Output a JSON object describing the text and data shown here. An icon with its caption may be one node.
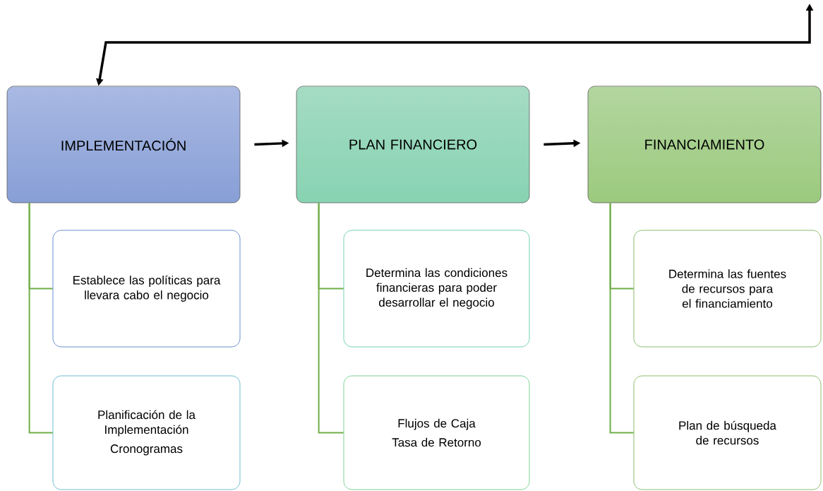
{
  "diagram": {
    "nodes": [
      {
        "text": [
          "IMPLEMENTACIÓN"
        ]
      },
      {
        "text": [
          "Establece las políticas para llevara cabo el negocio"
        ]
      },
      {
        "text": [
          "Planificación de la Implementación",
          "Cronogramas"
        ]
      },
      {
        "text": [
          "PLAN FINANCIERO"
        ]
      },
      {
        "text": [
          "Determina las condiciones financieras para poder desarrollar el negocio"
        ]
      },
      {
        "text": [
          "Flujos de Caja",
          "Tasa de Retorno"
        ]
      },
      {
        "text": [
          "FINANCIAMIENTO"
        ]
      },
      {
        "text": [
          "Determina las fuentes de recursos para el financiamiento"
        ]
      },
      {
        "text": [
          "Plan de búsqueda de recursos"
        ]
      }
    ],
    "edges": [
      {
        "from": null,
        "to": 0,
        "arrow": "both",
        "color": "#000000"
      },
      {
        "from": 0,
        "to": 3,
        "arrow": "to",
        "color": "#000000"
      },
      {
        "from": 3,
        "to": 6,
        "arrow": "to",
        "color": "#000000"
      },
      {
        "from": 0,
        "to": 1,
        "arrow": "none"
      },
      {
        "from": 0,
        "to": 2,
        "arrow": "none"
      },
      {
        "from": 3,
        "to": 4,
        "arrow": "none"
      },
      {
        "from": 3,
        "to": 5,
        "arrow": "none"
      },
      {
        "from": 6,
        "to": 7,
        "arrow": "none"
      },
      {
        "from": 6,
        "to": 8,
        "arrow": "none"
      }
    ]
  }
}
